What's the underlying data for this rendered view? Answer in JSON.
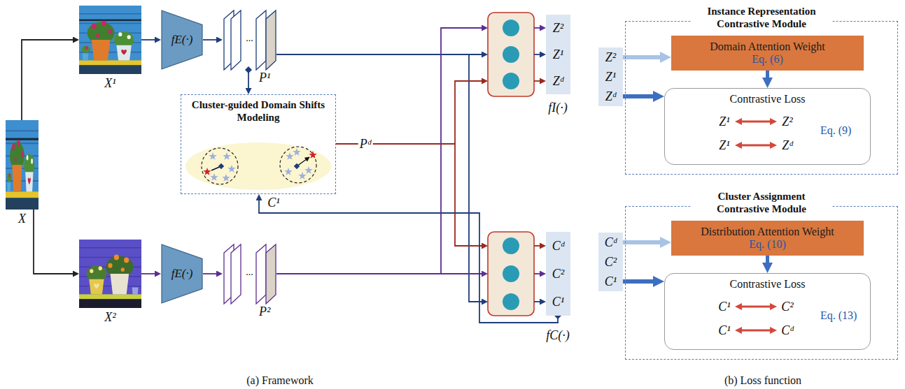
{
  "diagram": {
    "nodes": [
      {
        "text": [
          "X"
        ]
      },
      {
        "text": [
          "X¹"
        ]
      },
      {
        "text": [
          "X²"
        ]
      },
      {
        "text": [
          "fE(·)"
        ]
      },
      {
        "text": [
          "fE(·)"
        ]
      },
      {
        "text": [
          "...",
          "P¹"
        ]
      },
      {
        "text": [
          "...",
          "P²"
        ]
      },
      {
        "text": [
          "Cluster-guided Domain Shifts Modeling"
        ]
      },
      {
        "text": [
          "fI(·)"
        ]
      },
      {
        "text": [
          "Z²"
        ]
      },
      {
        "text": [
          "Z¹"
        ]
      },
      {
        "text": [
          "Zᵈ"
        ]
      },
      {
        "text": [
          "fC(·)"
        ]
      },
      {
        "text": [
          "Cᵈ"
        ]
      },
      {
        "text": [
          "C²"
        ]
      },
      {
        "text": [
          "C¹"
        ]
      },
      {
        "text": [
          "Instance Representation Contrastive Module"
        ]
      },
      {
        "text": [
          "Domain Attention Weight",
          "Eq. (6)"
        ],
        "in": 16
      },
      {
        "text": [
          "Contrastive Loss",
          "Eq. (9)"
        ],
        "in": 16
      },
      {
        "text": [
          "Z¹"
        ],
        "in": 18
      },
      {
        "text": [
          "Z²"
        ],
        "in": 18
      },
      {
        "text": [
          "Z¹"
        ],
        "in": 18
      },
      {
        "text": [
          "Zᵈ"
        ],
        "in": 18
      },
      {
        "text": [
          "Z²"
        ]
      },
      {
        "text": [
          "Z¹"
        ]
      },
      {
        "text": [
          "Zᵈ"
        ]
      },
      {
        "text": [
          "Cluster Assignment Contrastive Module"
        ]
      },
      {
        "text": [
          "Distribution Attention Weight",
          "Eq. (10)"
        ],
        "in": 26
      },
      {
        "text": [
          "Contrastive Loss",
          "Eq. (13)"
        ],
        "in": 26
      },
      {
        "text": [
          "C¹"
        ],
        "in": 28
      },
      {
        "text": [
          "C²"
        ],
        "in": 28
      },
      {
        "text": [
          "C¹"
        ],
        "in": 28
      },
      {
        "text": [
          "Cᵈ"
        ],
        "in": 28
      },
      {
        "text": [
          "Cᵈ"
        ]
      },
      {
        "text": [
          "C²"
        ]
      },
      {
        "text": [
          "C¹"
        ]
      }
    ],
    "edges": [
      {
        "from": 0,
        "to": 1,
        "arrow": "to"
      },
      {
        "from": 0,
        "to": 2,
        "arrow": "to"
      },
      {
        "from": 1,
        "to": 3,
        "arrow": "to"
      },
      {
        "from": 2,
        "to": 4,
        "arrow": "to"
      },
      {
        "from": 3,
        "to": 5,
        "arrow": "to"
      },
      {
        "from": 4,
        "to": 6,
        "arrow": "to"
      },
      {
        "from": 5,
        "to": 7,
        "arrow": "to"
      },
      {
        "from": 5,
        "to": 8,
        "arrow": "to"
      },
      {
        "from": 5,
        "to": 12,
        "arrow": "to"
      },
      {
        "from": 6,
        "to": 8,
        "arrow": "to"
      },
      {
        "from": 6,
        "to": 12,
        "arrow": "to"
      },
      {
        "from": 7,
        "to": 8,
        "label": "Pᵈ",
        "arrow": "to"
      },
      {
        "from": 7,
        "to": 12,
        "arrow": "to"
      },
      {
        "from": 8,
        "to": 9,
        "arrow": "to"
      },
      {
        "from": 8,
        "to": 10,
        "arrow": "to"
      },
      {
        "from": 8,
        "to": 11,
        "arrow": "to"
      },
      {
        "from": 12,
        "to": 13,
        "arrow": "to"
      },
      {
        "from": 12,
        "to": 14,
        "arrow": "to"
      },
      {
        "from": 12,
        "to": 15,
        "arrow": "to"
      },
      {
        "from": 15,
        "to": 7,
        "label": "C¹",
        "arrow": "to"
      },
      {
        "from": 23,
        "to": 17,
        "arrow": "to"
      },
      {
        "from": 25,
        "to": 18,
        "arrow": "to"
      },
      {
        "from": 17,
        "to": 18,
        "arrow": "to"
      },
      {
        "from": 19,
        "to": 20,
        "arrow": "both"
      },
      {
        "from": 21,
        "to": 22,
        "arrow": "both"
      },
      {
        "from": 33,
        "to": 27,
        "arrow": "to"
      },
      {
        "from": 35,
        "to": 28,
        "arrow": "to"
      },
      {
        "from": 27,
        "to": 28,
        "arrow": "to"
      },
      {
        "from": 29,
        "to": 30,
        "arrow": "both"
      },
      {
        "from": 31,
        "to": 32,
        "arrow": "both"
      }
    ],
    "labels": [
      "(a) Framework",
      "(b) Loss function"
    ]
  }
}
